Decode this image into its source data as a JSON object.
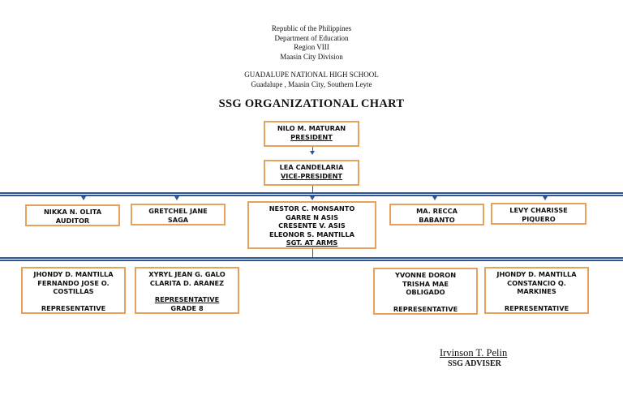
{
  "header": {
    "lines": [
      "Republic of the Philippines",
      "Department of Education",
      "Region VIII",
      "Maasin City Division"
    ],
    "school_name": "GUADALUPE NATIONAL HIGH SCHOOL",
    "school_address": "Guadalupe , Maasin City, Southern Leyte"
  },
  "title": "SSG ORGANIZATIONAL CHART",
  "president": {
    "name": "NILO M. MATURAN",
    "role": "PRESIDENT"
  },
  "vice_president": {
    "name": "LEA CANDELARIA",
    "role": "VICE-PRESIDENT"
  },
  "officers": {
    "auditor": {
      "name": "NIKKA N. OLITA",
      "role": "AUDITOR"
    },
    "gretchel": {
      "lines": [
        "GRETCHEL JANE",
        "SAGA"
      ]
    },
    "sgt_at_arms": {
      "lines": [
        "NESTOR C. MONSANTO",
        "GARRE N ASIS",
        "CRESENTE V. ASIS",
        "ELEONOR S. MANTILLA"
      ],
      "role": "SGT. AT ARMS"
    },
    "recca": {
      "lines": [
        "MA. RECCA",
        "BABANTO"
      ]
    },
    "levy": {
      "lines": [
        "LEVY CHARISSE",
        "PIQUERO"
      ]
    }
  },
  "representatives": {
    "rep1": {
      "lines": [
        "JHONDY D. MANTILLA",
        "FERNANDO JOSE O.",
        "COSTILLAS"
      ],
      "role": "REPRESENTATIVE"
    },
    "rep2": {
      "lines": [
        "XYRYL JEAN G. GALO",
        "CLARITA D. ARANEZ"
      ],
      "role": "REPRESENTATIVE",
      "grade": "GRADE 8"
    },
    "rep3": {
      "lines": [
        "YVONNE DORON",
        "TRISHA MAE",
        "OBLIGADO"
      ],
      "role": "REPRESENTATIVE"
    },
    "rep4": {
      "lines": [
        "JHONDY D. MANTILLA",
        "CONSTANCIO Q.",
        "MARKINES"
      ],
      "role": "REPRESENTATIVE"
    }
  },
  "adviser": {
    "name": "Irvinson T. Pelin",
    "role": "SSG ADVISER"
  },
  "colors": {
    "box_border": "#e6a15a",
    "connector": "#2f5597",
    "text": "#111111"
  }
}
